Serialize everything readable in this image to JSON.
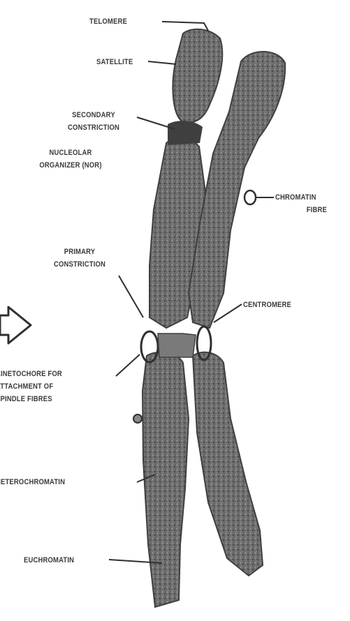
{
  "labels": {
    "telomere": "TELOMERE",
    "satellite": "SATELLITE",
    "secondary_constriction": [
      "SECONDARY",
      "CONSTRICTION"
    ],
    "nucleolar_organizer": [
      "NUCLEOLAR",
      "ORGANIZER (NOR)"
    ],
    "chromatin_fibre": [
      "CHROMATIN",
      "FIBRE"
    ],
    "primary_constriction": [
      "PRIMARY",
      "CONSTRICTION"
    ],
    "centromere": "CENTROMERE",
    "kinetochore": [
      "KINETOCHORE FOR",
      "ATTACHMENT OF",
      "SPINDLE FIBRES"
    ],
    "heterochromatin": "HETEROCHROMATIN",
    "euchromatin": "EUCHROMATIN"
  },
  "colors": {
    "chromatid_fill": "#6b6b6b",
    "chromatid_dark": "#3f3f3f",
    "label_text": "#3a3a3a",
    "leader_line": "#2f2f2f"
  }
}
